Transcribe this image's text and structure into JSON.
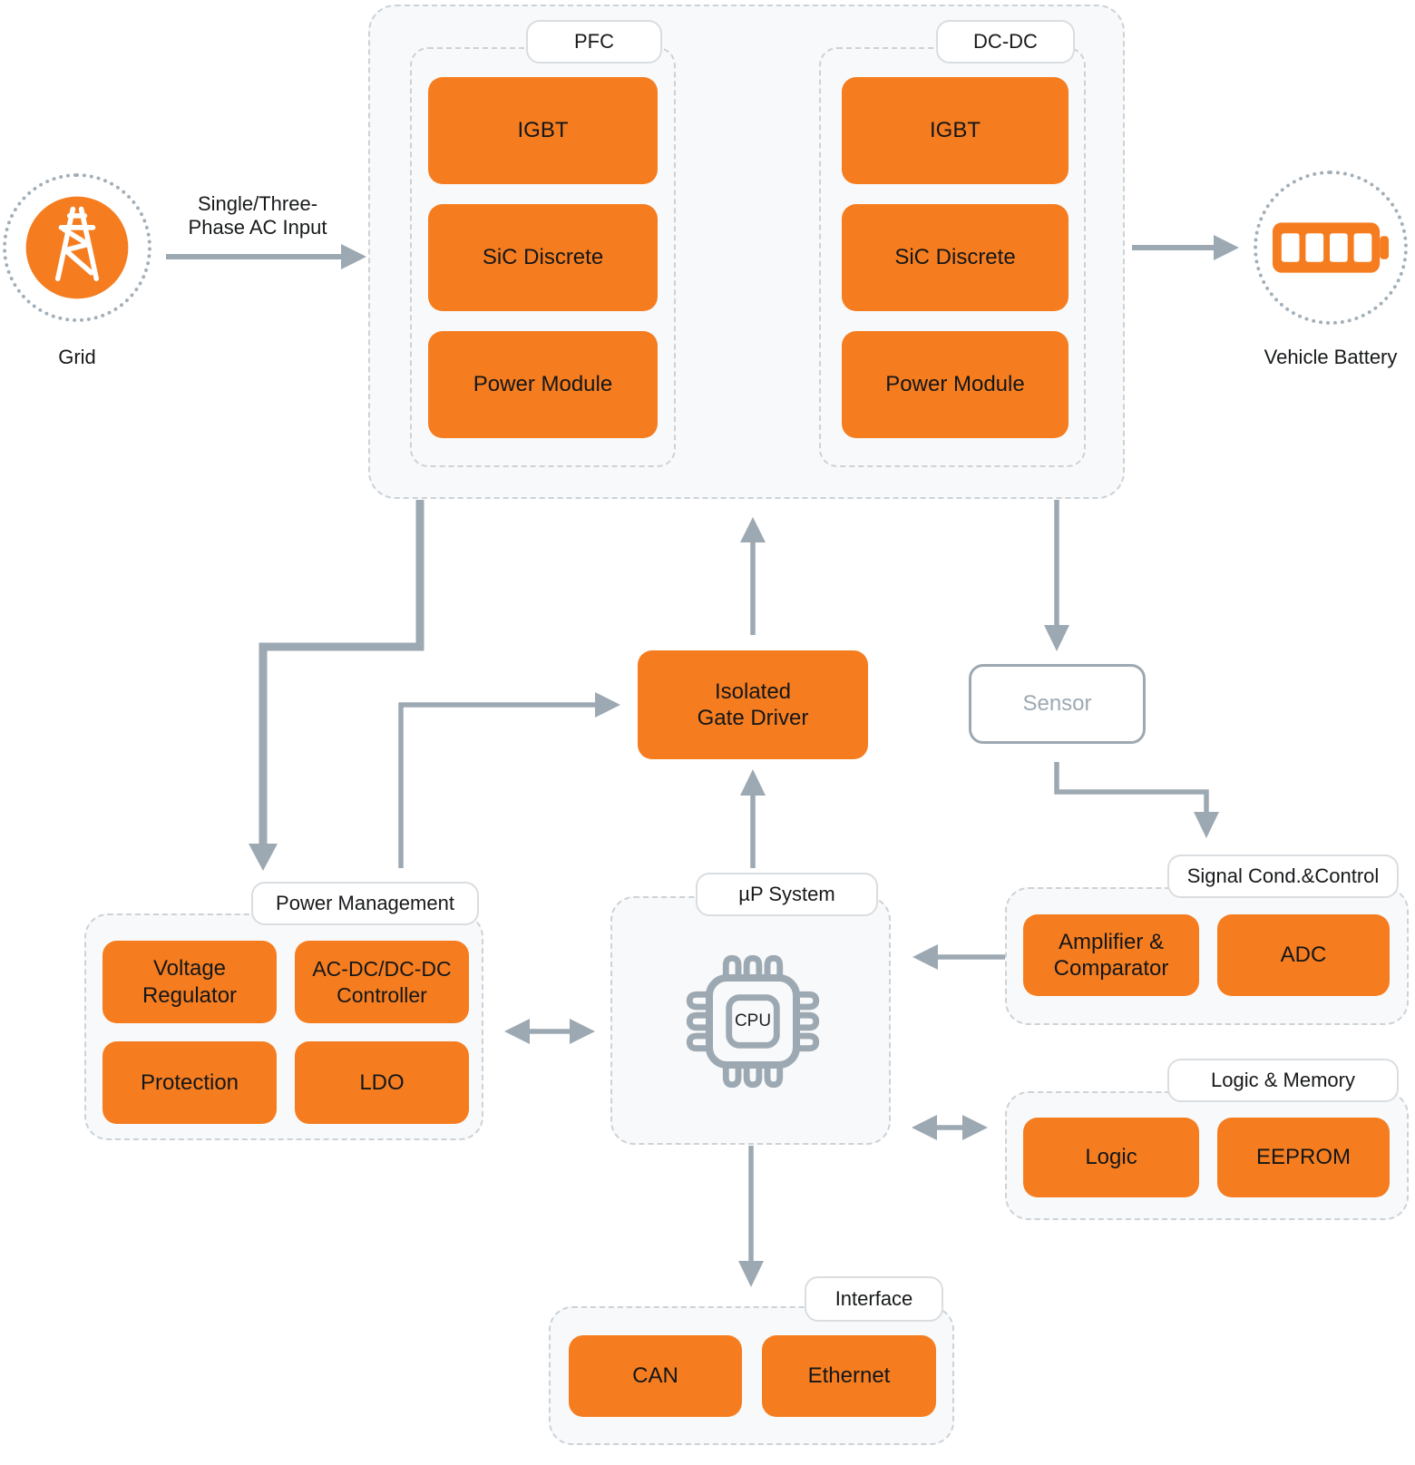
{
  "diagram": {
    "grid": {
      "label": "Grid"
    },
    "ac_input": {
      "line1": "Single/Three-",
      "line2": "Phase AC Input"
    },
    "charger": {
      "pfc": {
        "label": "PFC",
        "blocks": [
          "IGBT",
          "SiC Discrete",
          "Power Module"
        ]
      },
      "dcdc": {
        "label": "DC-DC",
        "blocks": [
          "IGBT",
          "SiC Discrete",
          "Power Module"
        ]
      }
    },
    "battery": {
      "label": "Vehicle Battery"
    },
    "gate_driver": {
      "line1": "Isolated",
      "line2": "Gate Driver"
    },
    "sensor": {
      "label": "Sensor"
    },
    "power_management": {
      "label": "Power Management",
      "blocks": [
        "Voltage Regulator",
        "AC-DC/DC-DC Controller",
        "Protection",
        "LDO"
      ]
    },
    "up_system": {
      "label": "µP System",
      "cpu_label": "CPU"
    },
    "signal_cond": {
      "label": "Signal Cond.&Control",
      "blocks": [
        "Amplifier & Comparator",
        "ADC"
      ]
    },
    "logic_memory": {
      "label": "Logic & Memory",
      "blocks": [
        "Logic",
        "EEPROM"
      ]
    },
    "interface": {
      "label": "Interface",
      "blocks": [
        "CAN",
        "Ethernet"
      ]
    }
  },
  "colors": {
    "accent_orange": "#F57D20",
    "arrow_gray": "#9DA9B2",
    "dashed_border": "#CDD2D7",
    "group_background": "#F8F9FA"
  }
}
